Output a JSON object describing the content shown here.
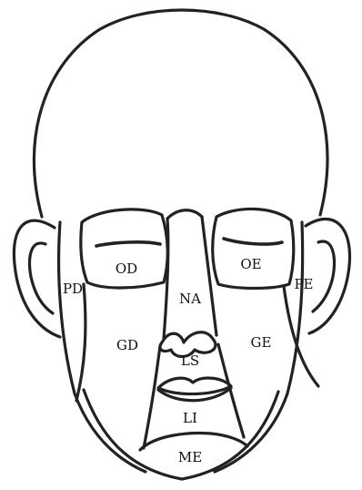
{
  "regions": {
    "od": "OD",
    "oe": "OE",
    "pd": "PD",
    "pe": "PE",
    "na": "NA",
    "gd": "GD",
    "ge": "GE",
    "ls": "LS",
    "li": "LI",
    "me": "ME"
  },
  "colors": {
    "line": "#222222",
    "text": "#111111",
    "background": "#ffffff"
  }
}
